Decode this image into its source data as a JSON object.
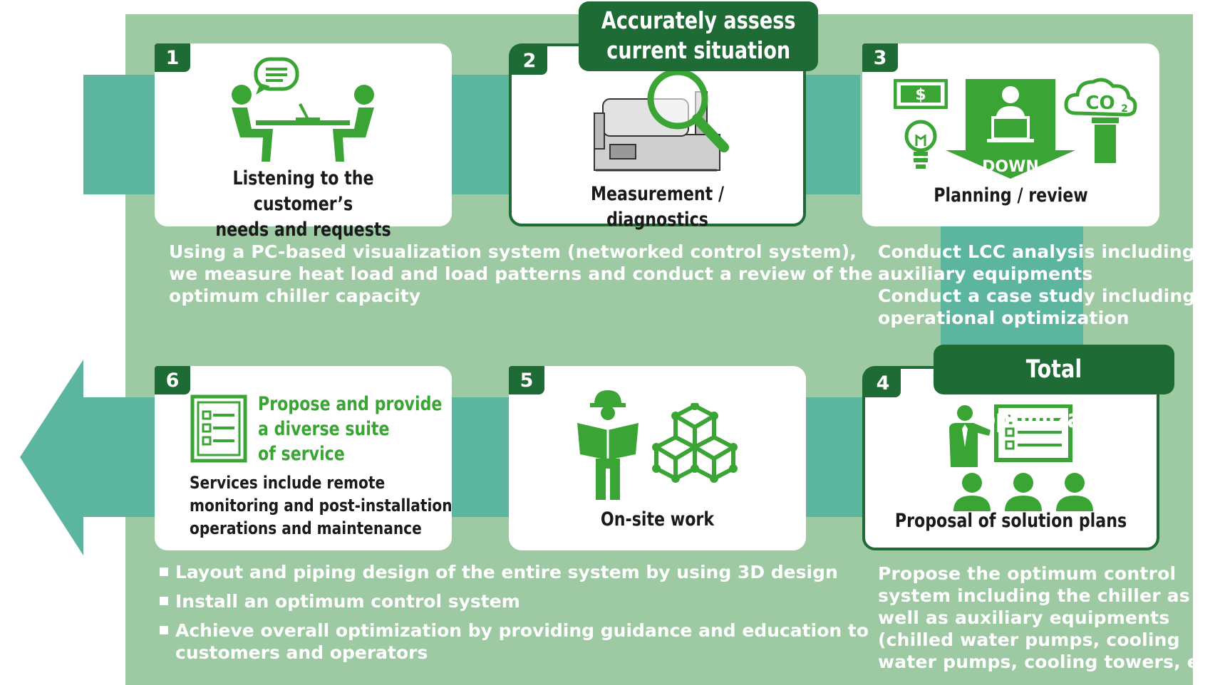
{
  "colors": {
    "panel": "#9dc9a3",
    "arrow": "#5cb59f",
    "dark_green": "#1e6b35",
    "icon_green": "#3aa535",
    "white": "#ffffff",
    "text": "#1a1a1a"
  },
  "steps": [
    {
      "number": "1",
      "title_lines": [
        "Listening to the customer’s",
        "needs and requests"
      ]
    },
    {
      "number": "2",
      "title_lines": [
        "Measurement / diagnostics"
      ]
    },
    {
      "number": "3",
      "title_lines": [
        "Planning / review"
      ],
      "icon_label": "DOWN"
    },
    {
      "number": "4",
      "title_lines": [
        "Proposal of solution plans"
      ]
    },
    {
      "number": "5",
      "title_lines": [
        "On-site work"
      ]
    },
    {
      "number": "6",
      "headline_lines": [
        "Propose and provide",
        "a diverse suite",
        "of service"
      ],
      "title_lines": [
        "Services include remote",
        "monitoring and post-installation",
        "operations and maintenance"
      ]
    }
  ],
  "tags": {
    "assess": [
      "Accurately assess",
      "current situation"
    ],
    "total": "Total optimization"
  },
  "descriptions": {
    "measurement": [
      "Using a PC-based visualization system (networked control system),",
      "we measure heat load and load patterns and conduct a review of the",
      "optimum chiller capacity"
    ],
    "planning": [
      "Conduct LCC analysis including",
      "auxiliary equipments",
      "Conduct a case study including",
      "operational optimization"
    ],
    "proposal": [
      "Propose the optimum control",
      "system including the chiller as",
      "well as auxiliary equipments",
      "(chilled water pumps, cooling",
      "water pumps, cooling towers, etc.)"
    ],
    "onsite_bullets": [
      [
        "Layout and piping design of the entire system by using 3D design"
      ],
      [
        "Install an optimum control system"
      ],
      [
        "Achieve overall optimization by providing guidance and education to",
        "customers and operators"
      ]
    ]
  },
  "icons": {
    "step1": "meeting-people-icon",
    "step2": "chiller-magnifier-icon",
    "step3": [
      "money-icon",
      "lightbulb-icon",
      "presenter-down-arrow-icon",
      "co2-cloud-icon"
    ],
    "step4": "presentation-audience-icon",
    "step5": [
      "worker-reading-icon",
      "3d-cubes-icon"
    ],
    "step6": "checklist-document-icon"
  }
}
